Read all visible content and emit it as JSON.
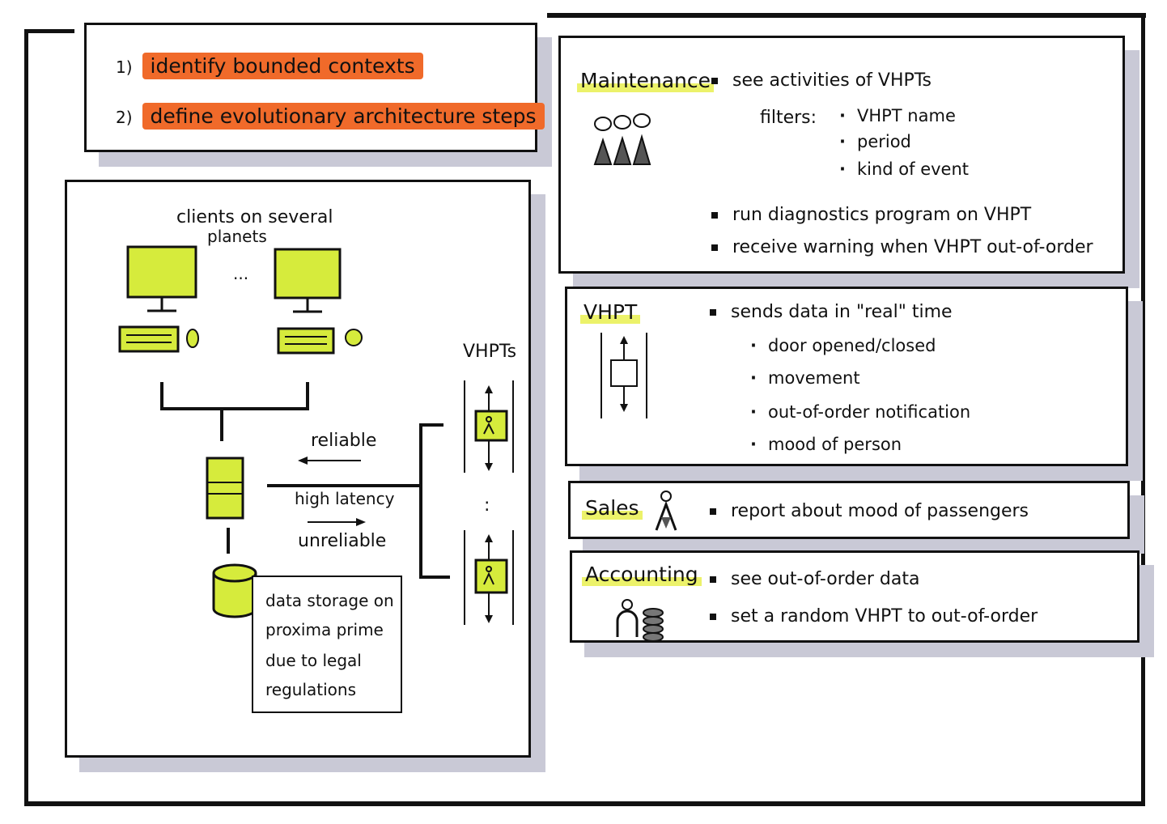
{
  "goals": [
    {
      "num": "1)",
      "text": "identify bounded contexts"
    },
    {
      "num": "2)",
      "text": "define evolutionary architecture steps"
    }
  ],
  "architecture": {
    "clients_label_line1": "clients on several",
    "clients_label_line2": "planets",
    "ellipsis": "...",
    "vhpts_label": "VHPTs",
    "vertical_ellipsis": ":",
    "reliable_label": "reliable",
    "high_latency_label": "high latency",
    "unreliable_label": "unreliable",
    "storage_note": [
      "data storage on",
      "proxima prime",
      "due to legal",
      "regulations"
    ]
  },
  "contexts": {
    "maintenance": {
      "title": "Maintenance",
      "bullet1": "see activities of VHPTs",
      "filters_label": "filters:",
      "filters": [
        "VHPT name",
        "period",
        "kind of event"
      ],
      "bullet2": "run diagnostics program on VHPT",
      "bullet3": "receive warning when VHPT out-of-order"
    },
    "vhpt": {
      "title": "VHPT",
      "bullet1": "sends data in \"real\" time",
      "subs": [
        "door opened/closed",
        "movement",
        "out-of-order notification",
        "mood of person"
      ]
    },
    "sales": {
      "title": "Sales",
      "bullet1": "report about mood of passengers"
    },
    "accounting": {
      "title": "Accounting",
      "bullet1": "see out-of-order data",
      "bullet2": "set a random VHPT to out-of-order"
    }
  },
  "colors": {
    "orange_highlight": "#f06a2a",
    "yellow_highlight": "#ecf26a",
    "device_fill": "#d6eb3c",
    "shadow": "#c9c9d6"
  },
  "icons": [
    "monitor-icon",
    "keyboard-icon",
    "mouse-icon",
    "server-icon",
    "database-icon",
    "elevator-icon",
    "people-icon",
    "person-icon",
    "coins-icon"
  ]
}
